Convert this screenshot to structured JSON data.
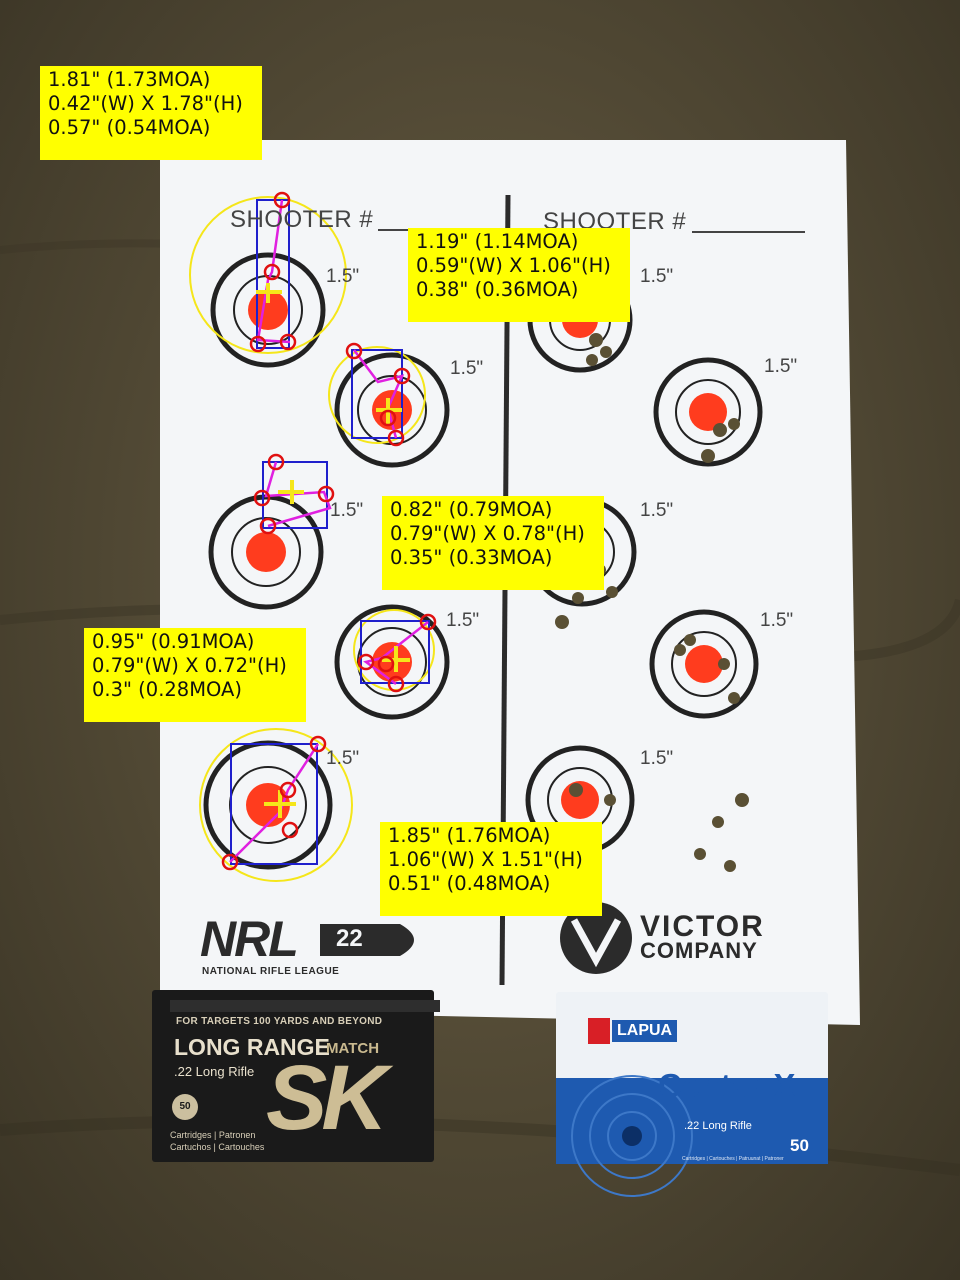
{
  "target_sheet": {
    "left_heading": "SHOOTER #",
    "right_heading": "SHOOTER #",
    "ring_label": "1.5\"",
    "left_logo_main": "NRL",
    "left_logo_num": "22",
    "left_logo_sub": "NATIONAL RIFLE LEAGUE",
    "right_logo_line1": "VICTOR",
    "right_logo_line2": "COMPANY"
  },
  "measurements": [
    {
      "extreme_spread": "1.81\" (1.73MOA)",
      "size": "0.42\"(W) X 1.78\"(H)",
      "mean_radius": "0.57\" (0.54MOA)"
    },
    {
      "extreme_spread": "1.19\" (1.14MOA)",
      "size": "0.59\"(W) X 1.06\"(H)",
      "mean_radius": "0.38\" (0.36MOA)"
    },
    {
      "extreme_spread": "0.82\" (0.79MOA)",
      "size": "0.79\"(W) X 0.78\"(H)",
      "mean_radius": "0.35\" (0.33MOA)"
    },
    {
      "extreme_spread": "0.95\" (0.91MOA)",
      "size": "0.79\"(W) X 0.72\"(H)",
      "mean_radius": "0.3\" (0.28MOA)"
    },
    {
      "extreme_spread": "1.85\" (1.76MOA)",
      "size": "1.06\"(W) X 1.51\"(H)",
      "mean_radius": "0.51\" (0.48MOA)"
    }
  ],
  "ammo_left": {
    "tagline": "FOR TARGETS 100 YARDS AND BEYOND",
    "name": "LONG RANGE",
    "name_suffix": "MATCH",
    "caliber": ".22 Long Rifle",
    "count": "50",
    "brand": "SK",
    "footer1": "Cartridges | Patronen",
    "footer2": "Cartuchos | Cartouches"
  },
  "ammo_right": {
    "brand": "LAPUA",
    "name": "Center-X",
    "caliber": ".22 Long Rifle",
    "count": "50",
    "footer": "Cartridges | Cartouches | Patruunat | Patroner"
  },
  "colors": {
    "callout": "#ffff00",
    "overlay_box": "#1f1fcc",
    "overlay_line": "#e020e0",
    "hole_ring": "#e01010",
    "center_cross": "#f5e61a"
  }
}
